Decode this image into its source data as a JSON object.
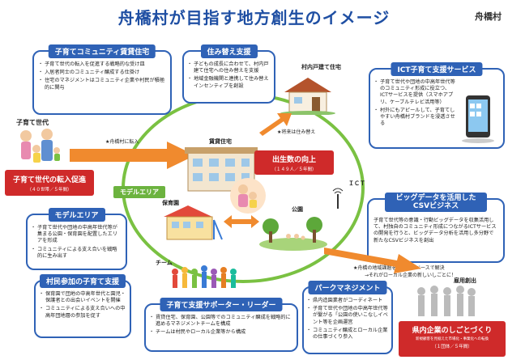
{
  "title": "舟橋村が目指す地方創生のイメージ",
  "logo": "舟橋村",
  "left_top_box": {
    "title": "子育てコミュニティ賃貸住宅",
    "items": [
      "子育て世代の転入を促進する戦略的な受け皿",
      "入居者同士のコミュニティ醸成する仕掛け",
      "住宅のマネジメントはコミュニティ企業や村民が積極的に関与"
    ]
  },
  "sumikae_box": {
    "title": "住み替え支援",
    "items": [
      "子どもの成長に合わせて、村内戸建て住宅への住み替えを支援",
      "地域金融機関と連携して住み替えインセンティブを創設"
    ]
  },
  "ict_box": {
    "title": "ICT子育て支援サービス",
    "items": [
      "子育て世代や団地の中高年世代等のコミュニティ形成に役立つ、ICTサービスを提供（スマホアプリ、ケーブルテレビ活用等）",
      "村外にもアピールして、子育てしやすい舟橋村ブランドを浸透させる"
    ]
  },
  "bigdata_box": {
    "title": "ビッグデータを活用したCSVビジネス",
    "text": "子育て世代等の意識・行動ビッグデータを収集活用して、村独自のコミュニティ形成につながるICTサービスの開発を行うと、ビッグデータ分析を活用し多分野で新たなCSVビジネスを創出"
  },
  "model_box": {
    "title": "モデルエリア",
    "items": [
      "子育て世代や団地の中高年世代等が集まる公園・保育園を配置したエリアを形成",
      "コミュニティによる支え合いを戦略的に生み出す"
    ]
  },
  "participation_box": {
    "title": "村民参加の子育て支援",
    "items": [
      "保育園で団地の中高年世代と園児・保護者との出会いイベントを開催",
      "コミュニティによる支え合いへの中高年団地層の参加を促す"
    ]
  },
  "supporter_box": {
    "title": "子育て支援サポーター・リーダー",
    "items": [
      "賃貸住宅、保育園、公園等でのコミュニティ醸成を戦略的に進めるマネジメントチームを構成",
      "チームは村民やローカル企業等から構成"
    ]
  },
  "park_box": {
    "title": "パークマネジメント",
    "items": [
      "県内造園業者がコーディネート",
      "子育て世代や団地の中高年世代等が繋がる「公園の使いこなしイベント等を企画運営",
      "コミュニティ醸成とローカル企業の仕事づくり参入"
    ]
  },
  "labels": {
    "family": "子育て世代",
    "arrow_in": "★舟橋村に転入",
    "model_area": "モデルエリア",
    "rental": "賃貸住宅",
    "house": "村内戸建て住宅",
    "future_move": "★将来は住み替え",
    "nursery": "保育園",
    "park": "公園",
    "ict": "ＩＣＴ",
    "team": "チーム",
    "hint_top": "★舟橋の地域課題をビジネスベースで解決",
    "hint_bottom": "→それがローカル企業の新しいしごとに！",
    "jobs": "雇用創出"
  },
  "red_left": {
    "main": "子育て世代の転入促進",
    "sub": "（４０世帯／５年間）"
  },
  "red_center": {
    "main": "出生数の向上",
    "sub": "（１４９人／５年間）"
  },
  "red_bottom": {
    "main": "県内企業のしごとづくり",
    "sub1": "新規顧客を見据えた市場化・事業化への転換",
    "sub2": "（１団体／５年間）"
  }
}
